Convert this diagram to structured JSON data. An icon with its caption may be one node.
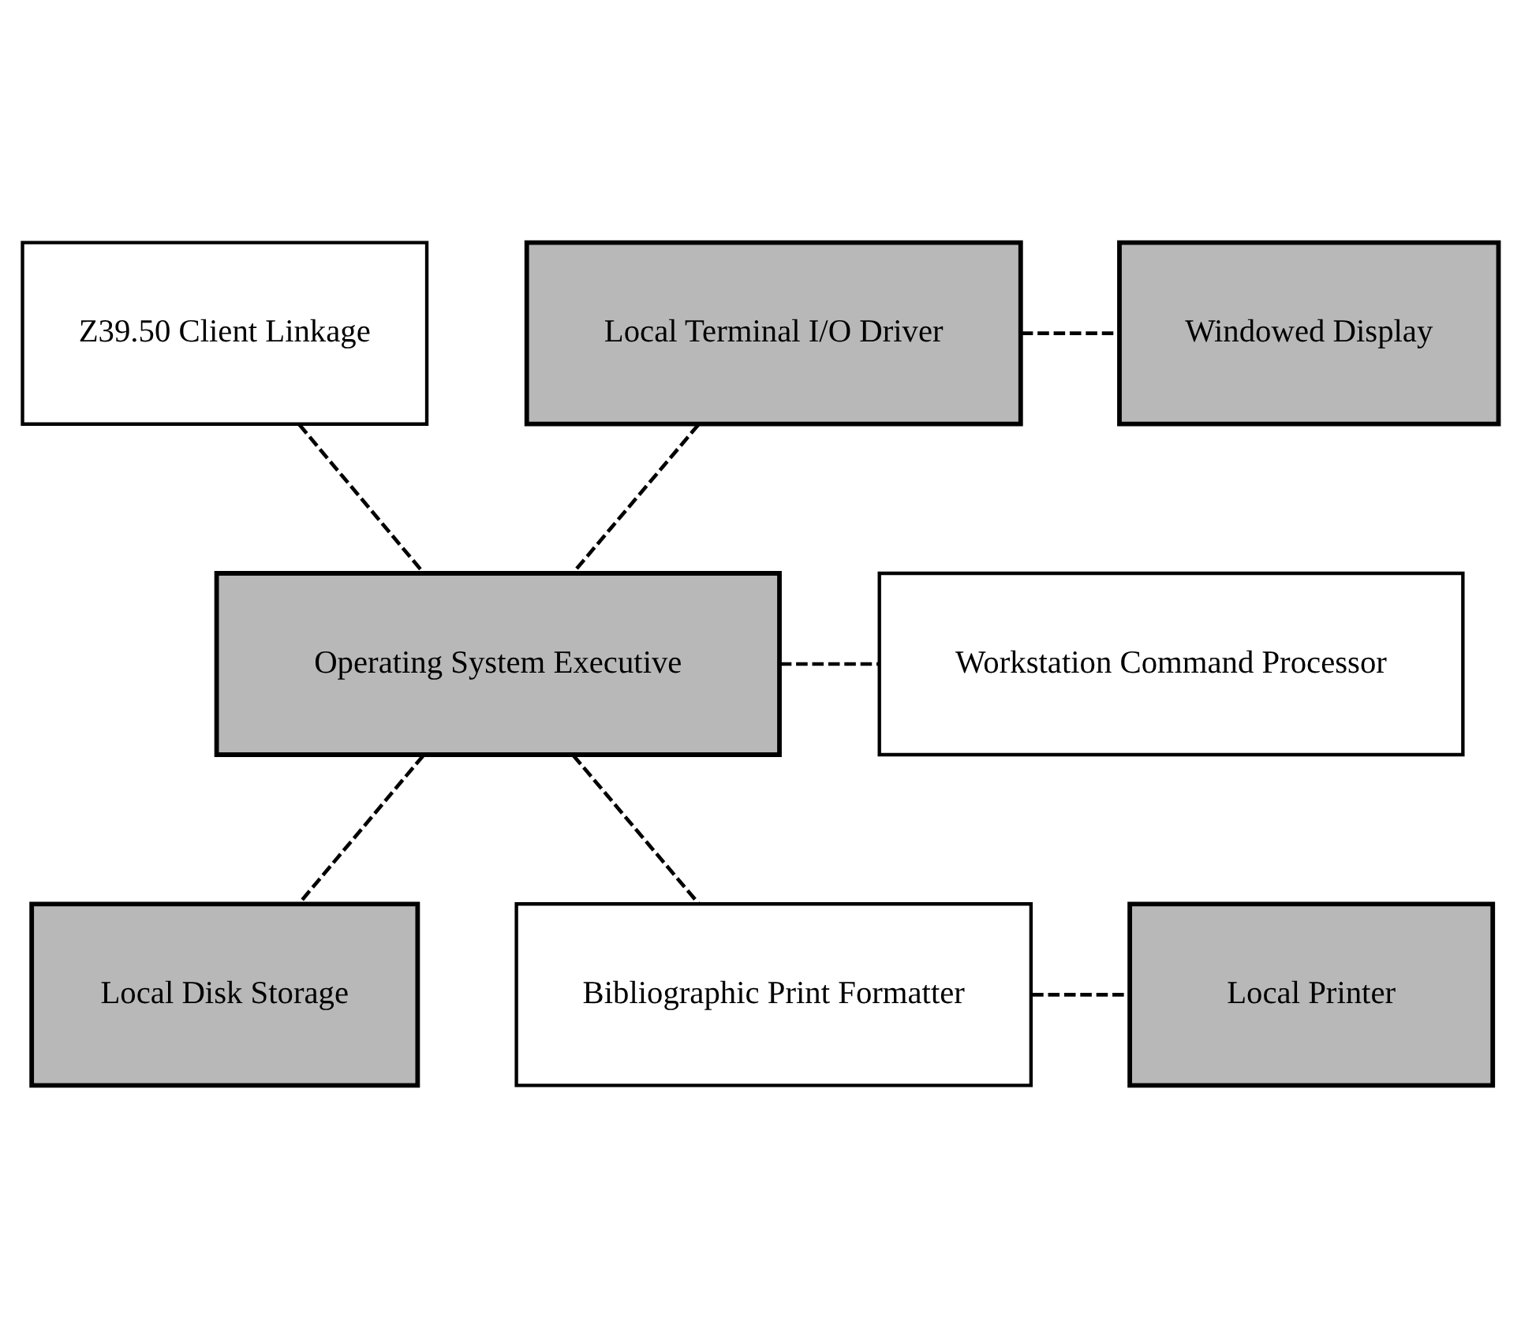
{
  "diagram": {
    "nodes": [
      {
        "text": [
          "Z39.50 Client Linkage"
        ]
      },
      {
        "text": [
          "Local Terminal I/O Driver"
        ]
      },
      {
        "text": [
          "Windowed Display"
        ]
      },
      {
        "text": [
          "Operating System Executive"
        ]
      },
      {
        "text": [
          "Workstation Command Processor"
        ]
      },
      {
        "text": [
          "Local Disk Storage"
        ]
      },
      {
        "text": [
          "Bibliographic Print Formatter"
        ]
      },
      {
        "text": [
          "Local Printer"
        ]
      }
    ],
    "edges": [
      {
        "from": 0,
        "to": 3,
        "arrow": "none",
        "style": "dashed"
      },
      {
        "from": 1,
        "to": 2,
        "arrow": "none",
        "style": "dashed"
      },
      {
        "from": 1,
        "to": 3,
        "arrow": "none",
        "style": "dashed"
      },
      {
        "from": 3,
        "to": 4,
        "arrow": "none",
        "style": "dashed"
      },
      {
        "from": 3,
        "to": 5,
        "arrow": "none",
        "style": "dashed"
      },
      {
        "from": 3,
        "to": 6,
        "arrow": "none",
        "style": "dashed"
      },
      {
        "from": 6,
        "to": 7,
        "arrow": "none",
        "style": "dashed"
      }
    ]
  }
}
